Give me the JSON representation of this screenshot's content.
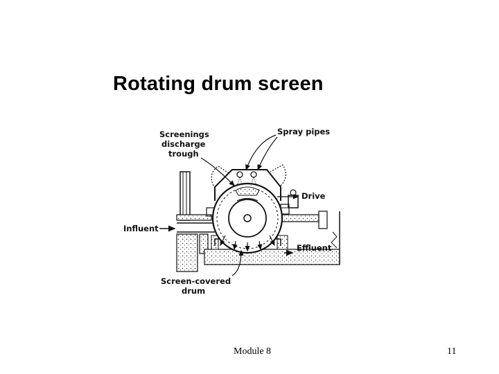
{
  "slide": {
    "title": "Rotating drum screen",
    "footer_module": "Module 8",
    "page_number": "11"
  },
  "diagram": {
    "labels": {
      "screenings_line1": "Screenings",
      "screenings_line2": "discharge",
      "screenings_line3": "trough",
      "spray_pipes": "Spray pipes",
      "drive": "Drive",
      "influent": "Influent",
      "effluent": "Effluent",
      "drum_line1": "Screen-covered",
      "drum_line2": "drum"
    }
  }
}
